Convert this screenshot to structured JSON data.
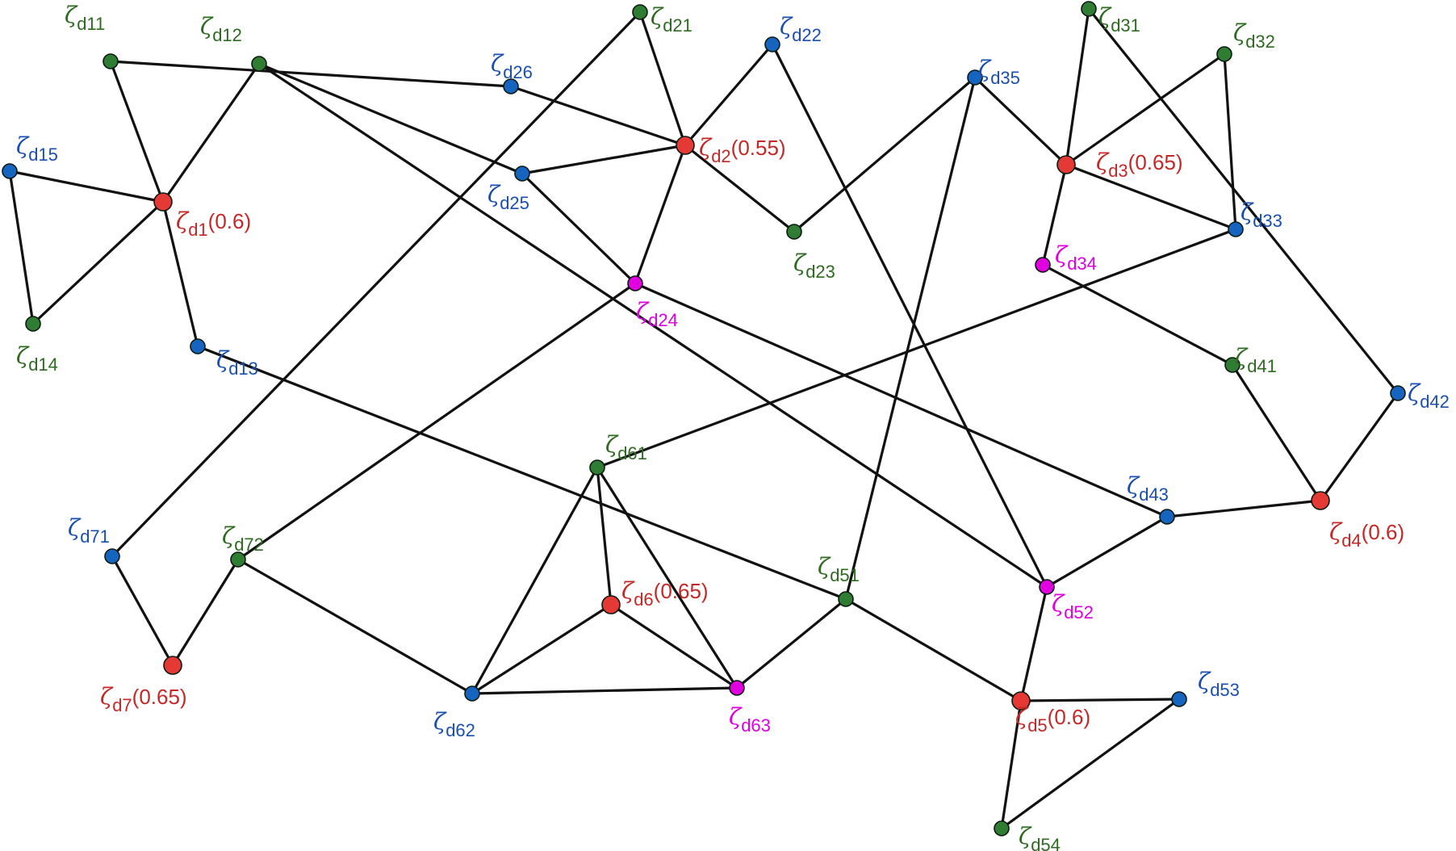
{
  "colors": {
    "red": "#e53935",
    "blue": "#1565c0",
    "green": "#2e7d32",
    "magenta": "#e000e0",
    "label_red": "#c62828",
    "label_blue": "#1a4fb0",
    "label_green": "#2e6b21",
    "label_magenta": "#e000e0"
  },
  "symbol": "ζ",
  "nodes": [
    {
      "id": "d1",
      "sub": "d1",
      "value": "(0.6)",
      "type": "red"
    },
    {
      "id": "d11",
      "sub": "d11",
      "type": "green"
    },
    {
      "id": "d12",
      "sub": "d12",
      "type": "green"
    },
    {
      "id": "d13",
      "sub": "d13",
      "type": "blue"
    },
    {
      "id": "d14",
      "sub": "d14",
      "type": "green"
    },
    {
      "id": "d15",
      "sub": "d15",
      "type": "blue"
    },
    {
      "id": "d2",
      "sub": "d2",
      "value": "(0.55)",
      "type": "red"
    },
    {
      "id": "d21",
      "sub": "d21",
      "type": "green"
    },
    {
      "id": "d22",
      "sub": "d22",
      "type": "blue"
    },
    {
      "id": "d23",
      "sub": "d23",
      "type": "green"
    },
    {
      "id": "d24",
      "sub": "d24",
      "type": "magenta"
    },
    {
      "id": "d25",
      "sub": "d25",
      "type": "blue"
    },
    {
      "id": "d26",
      "sub": "d26",
      "type": "blue"
    },
    {
      "id": "d3",
      "sub": "d3",
      "value": "(0.65)",
      "type": "red"
    },
    {
      "id": "d31",
      "sub": "d31",
      "type": "green"
    },
    {
      "id": "d32",
      "sub": "d32",
      "type": "green"
    },
    {
      "id": "d33",
      "sub": "d33",
      "type": "blue"
    },
    {
      "id": "d34",
      "sub": "d34",
      "type": "magenta"
    },
    {
      "id": "d35",
      "sub": "d35",
      "type": "blue"
    },
    {
      "id": "d4",
      "sub": "d4",
      "value": "(0.6)",
      "type": "red"
    },
    {
      "id": "d41",
      "sub": "d41",
      "type": "green"
    },
    {
      "id": "d42",
      "sub": "d42",
      "type": "blue"
    },
    {
      "id": "d43",
      "sub": "d43",
      "type": "blue"
    },
    {
      "id": "d5",
      "sub": "d5",
      "value": "(0.6)",
      "type": "red"
    },
    {
      "id": "d51",
      "sub": "d51",
      "type": "green"
    },
    {
      "id": "d52",
      "sub": "d52",
      "type": "magenta"
    },
    {
      "id": "d53",
      "sub": "d53",
      "type": "blue"
    },
    {
      "id": "d54",
      "sub": "d54",
      "type": "green"
    },
    {
      "id": "d6",
      "sub": "d6",
      "value": "(0.65)",
      "type": "red"
    },
    {
      "id": "d61",
      "sub": "d61",
      "type": "green"
    },
    {
      "id": "d62",
      "sub": "d62",
      "type": "blue"
    },
    {
      "id": "d63",
      "sub": "d63",
      "type": "magenta"
    },
    {
      "id": "d7",
      "sub": "d7",
      "value": "(0.65)",
      "type": "red"
    },
    {
      "id": "d71",
      "sub": "d71",
      "type": "blue"
    },
    {
      "id": "d72",
      "sub": "d72",
      "type": "green"
    }
  ],
  "edges": [
    [
      "d11",
      "d26"
    ],
    [
      "d11",
      "d1"
    ],
    [
      "d12",
      "d1"
    ],
    [
      "d12",
      "d25"
    ],
    [
      "d12",
      "d52"
    ],
    [
      "d15",
      "d1"
    ],
    [
      "d15",
      "d14"
    ],
    [
      "d14",
      "d1"
    ],
    [
      "d1",
      "d13"
    ],
    [
      "d13",
      "d51"
    ],
    [
      "d26",
      "d2"
    ],
    [
      "d21",
      "d2"
    ],
    [
      "d21",
      "d71"
    ],
    [
      "d22",
      "d2"
    ],
    [
      "d22",
      "d52"
    ],
    [
      "d25",
      "d2"
    ],
    [
      "d25",
      "d24"
    ],
    [
      "d2",
      "d24"
    ],
    [
      "d2",
      "d23"
    ],
    [
      "d23",
      "d35"
    ],
    [
      "d24",
      "d72"
    ],
    [
      "d24",
      "d43"
    ],
    [
      "d35",
      "d3"
    ],
    [
      "d35",
      "d51"
    ],
    [
      "d31",
      "d3"
    ],
    [
      "d31",
      "d42"
    ],
    [
      "d32",
      "d3"
    ],
    [
      "d32",
      "d33"
    ],
    [
      "d3",
      "d33"
    ],
    [
      "d3",
      "d34"
    ],
    [
      "d34",
      "d41"
    ],
    [
      "d33",
      "d61"
    ],
    [
      "d41",
      "d4"
    ],
    [
      "d42",
      "d4"
    ],
    [
      "d43",
      "d4"
    ],
    [
      "d43",
      "d52"
    ],
    [
      "d52",
      "d5"
    ],
    [
      "d51",
      "d5"
    ],
    [
      "d51",
      "d63"
    ],
    [
      "d5",
      "d53"
    ],
    [
      "d5",
      "d54"
    ],
    [
      "d53",
      "d54"
    ],
    [
      "d61",
      "d62"
    ],
    [
      "d61",
      "d6"
    ],
    [
      "d61",
      "d63"
    ],
    [
      "d6",
      "d62"
    ],
    [
      "d6",
      "d63"
    ],
    [
      "d62",
      "d63"
    ],
    [
      "d72",
      "d62"
    ],
    [
      "d71",
      "d7"
    ],
    [
      "d72",
      "d7"
    ]
  ]
}
